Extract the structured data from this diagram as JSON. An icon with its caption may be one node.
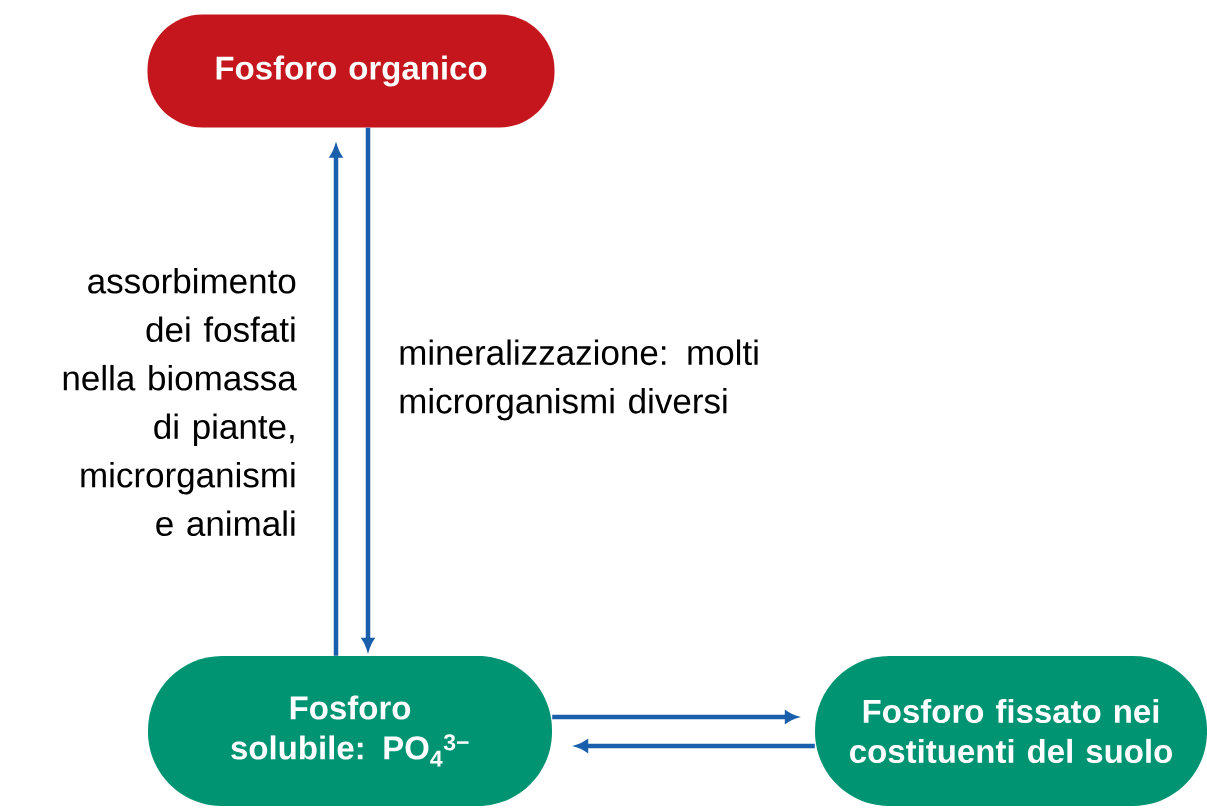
{
  "diagram": {
    "nodes": [
      {
        "text": [
          "Fosforo organico"
        ]
      },
      {
        "text": [
          "Fosforo solubile: PO$_{4}$$^{3−}$"
        ]
      },
      {
        "text": [
          "Fosforo fissato nei costituenti del suolo"
        ]
      }
    ],
    "edges": [
      {
        "from": 1,
        "to": 0,
        "arrow": "to",
        "label": "assorbimento dei fosfati nella biomassa di piante, microrganismi e animali"
      },
      {
        "from": 0,
        "to": 1,
        "arrow": "to",
        "label": "mineralizzazione: molti microrganismi diversi"
      },
      {
        "from": 1,
        "to": 2,
        "arrow": "to"
      },
      {
        "from": 2,
        "to": 1,
        "arrow": "to"
      }
    ]
  }
}
